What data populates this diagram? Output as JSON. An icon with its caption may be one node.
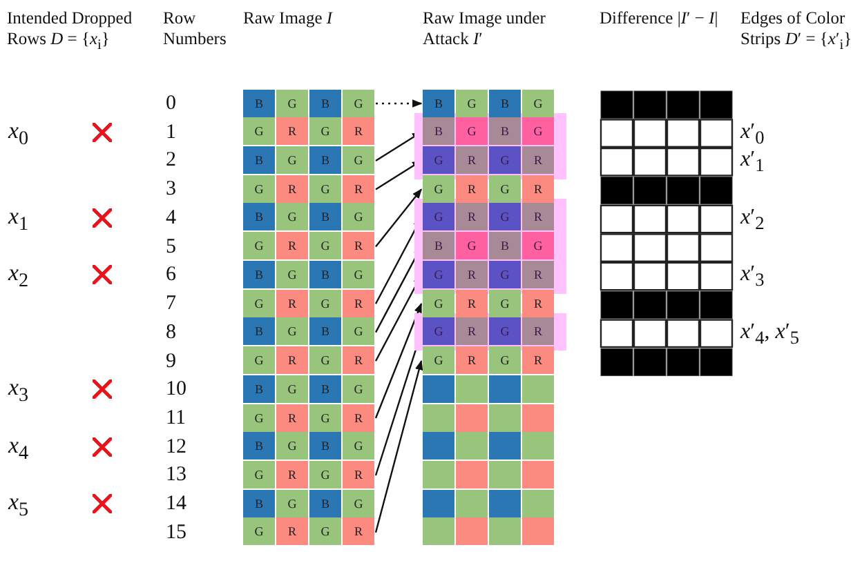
{
  "diagram": {
    "nodes": [
      {
        "text": [
          "Raw Image *I*"
        ]
      },
      {
        "text": [
          "B",
          "G",
          "B",
          "G"
        ],
        "in": 0
      },
      {
        "text": [
          "G",
          "R",
          "G",
          "R"
        ],
        "in": 0
      },
      {
        "text": [
          "B",
          "G",
          "B",
          "G"
        ],
        "in": 0
      },
      {
        "text": [
          "G",
          "R",
          "G",
          "R"
        ],
        "in": 0
      },
      {
        "text": [
          "B",
          "G",
          "B",
          "G"
        ],
        "in": 0
      },
      {
        "text": [
          "G",
          "R",
          "G",
          "R"
        ],
        "in": 0
      },
      {
        "text": [
          "B",
          "G",
          "B",
          "G"
        ],
        "in": 0
      },
      {
        "text": [
          "G",
          "R",
          "G",
          "R"
        ],
        "in": 0
      },
      {
        "text": [
          "B",
          "G",
          "B",
          "G"
        ],
        "in": 0
      },
      {
        "text": [
          "G",
          "R",
          "G",
          "R"
        ],
        "in": 0
      },
      {
        "text": [
          "B",
          "G",
          "B",
          "G"
        ],
        "in": 0
      },
      {
        "text": [
          "G",
          "R",
          "G",
          "R"
        ],
        "in": 0
      },
      {
        "text": [
          "B",
          "G",
          "B",
          "G"
        ],
        "in": 0
      },
      {
        "text": [
          "G",
          "R",
          "G",
          "R"
        ],
        "in": 0
      },
      {
        "text": [
          "B",
          "G",
          "B",
          "G"
        ],
        "in": 0
      },
      {
        "text": [
          "G",
          "R",
          "G",
          "R"
        ],
        "in": 0
      },
      {
        "text": [
          "Raw Image under Attack *I*′"
        ]
      },
      {
        "text": [
          "B",
          "G",
          "B",
          "G"
        ],
        "in": 17
      },
      {
        "text": [
          "B",
          "G",
          "B",
          "G"
        ],
        "in": 17
      },
      {
        "text": [
          "G",
          "R",
          "G",
          "R"
        ],
        "in": 17
      },
      {
        "text": [
          "G",
          "R",
          "G",
          "R"
        ],
        "in": 17
      },
      {
        "text": [
          "G",
          "R",
          "G",
          "R"
        ],
        "in": 17
      },
      {
        "text": [
          "B",
          "G",
          "B",
          "G"
        ],
        "in": 17
      },
      {
        "text": [
          "G",
          "R",
          "G",
          "R"
        ],
        "in": 17
      },
      {
        "text": [
          "G",
          "R",
          "G",
          "R"
        ],
        "in": 17
      },
      {
        "text": [
          "G",
          "R",
          "G",
          "R"
        ],
        "in": 17
      },
      {
        "text": [
          "G",
          "R",
          "G",
          "R"
        ],
        "in": 17
      },
      {
        "text": [],
        "shape": "bar",
        "in": 17
      },
      {
        "text": [],
        "shape": "bar",
        "in": 17
      },
      {
        "text": [],
        "shape": "bar",
        "in": 17
      },
      {
        "text": [],
        "shape": "bar",
        "in": 17
      },
      {
        "text": [],
        "shape": "bar",
        "in": 17
      },
      {
        "text": [],
        "shape": "bar",
        "in": 17
      },
      {
        "text": [
          "Difference |*I*′ − *I*|"
        ]
      }
    ],
    "edges": [
      {
        "from": 1,
        "to": 18,
        "arrow": "to",
        "style": "dashed"
      },
      {
        "from": 3,
        "to": 19,
        "arrow": "to"
      },
      {
        "from": 4,
        "to": 20,
        "arrow": "to"
      },
      {
        "from": 6,
        "to": 21,
        "arrow": "to"
      },
      {
        "from": 8,
        "to": 22,
        "arrow": "to"
      },
      {
        "from": 9,
        "to": 23,
        "arrow": "to"
      },
      {
        "from": 10,
        "to": 24,
        "arrow": "to"
      },
      {
        "from": 12,
        "to": 25,
        "arrow": "to"
      },
      {
        "from": 14,
        "to": 26,
        "arrow": "to"
      },
      {
        "from": 16,
        "to": 27,
        "arrow": "to"
      }
    ],
    "labels": [
      "Intended Dropped Rows *D* = {*x*$_{i}$}",
      "Row Numbers",
      "Edges of Color Strips *D*′ = {*x*′$_{i}$}",
      "0",
      "*x*$_{0}$",
      "1",
      "*x*′$_{0}$",
      "2",
      "*x*′$_{1}$",
      "3",
      "*x*$_{1}$",
      "4",
      "*x*′$_{2}$",
      "5",
      "*x*$_{2}$",
      "6",
      "*x*′$_{3}$",
      "7",
      "8",
      "*x*′$_{4}$, *x*′$_{5}$",
      "9",
      "*x*$_{3}$",
      "10",
      "11",
      "*x*$_{4}$",
      "12",
      "13",
      "*x*$_{5}$",
      "14",
      "15"
    ]
  }
}
